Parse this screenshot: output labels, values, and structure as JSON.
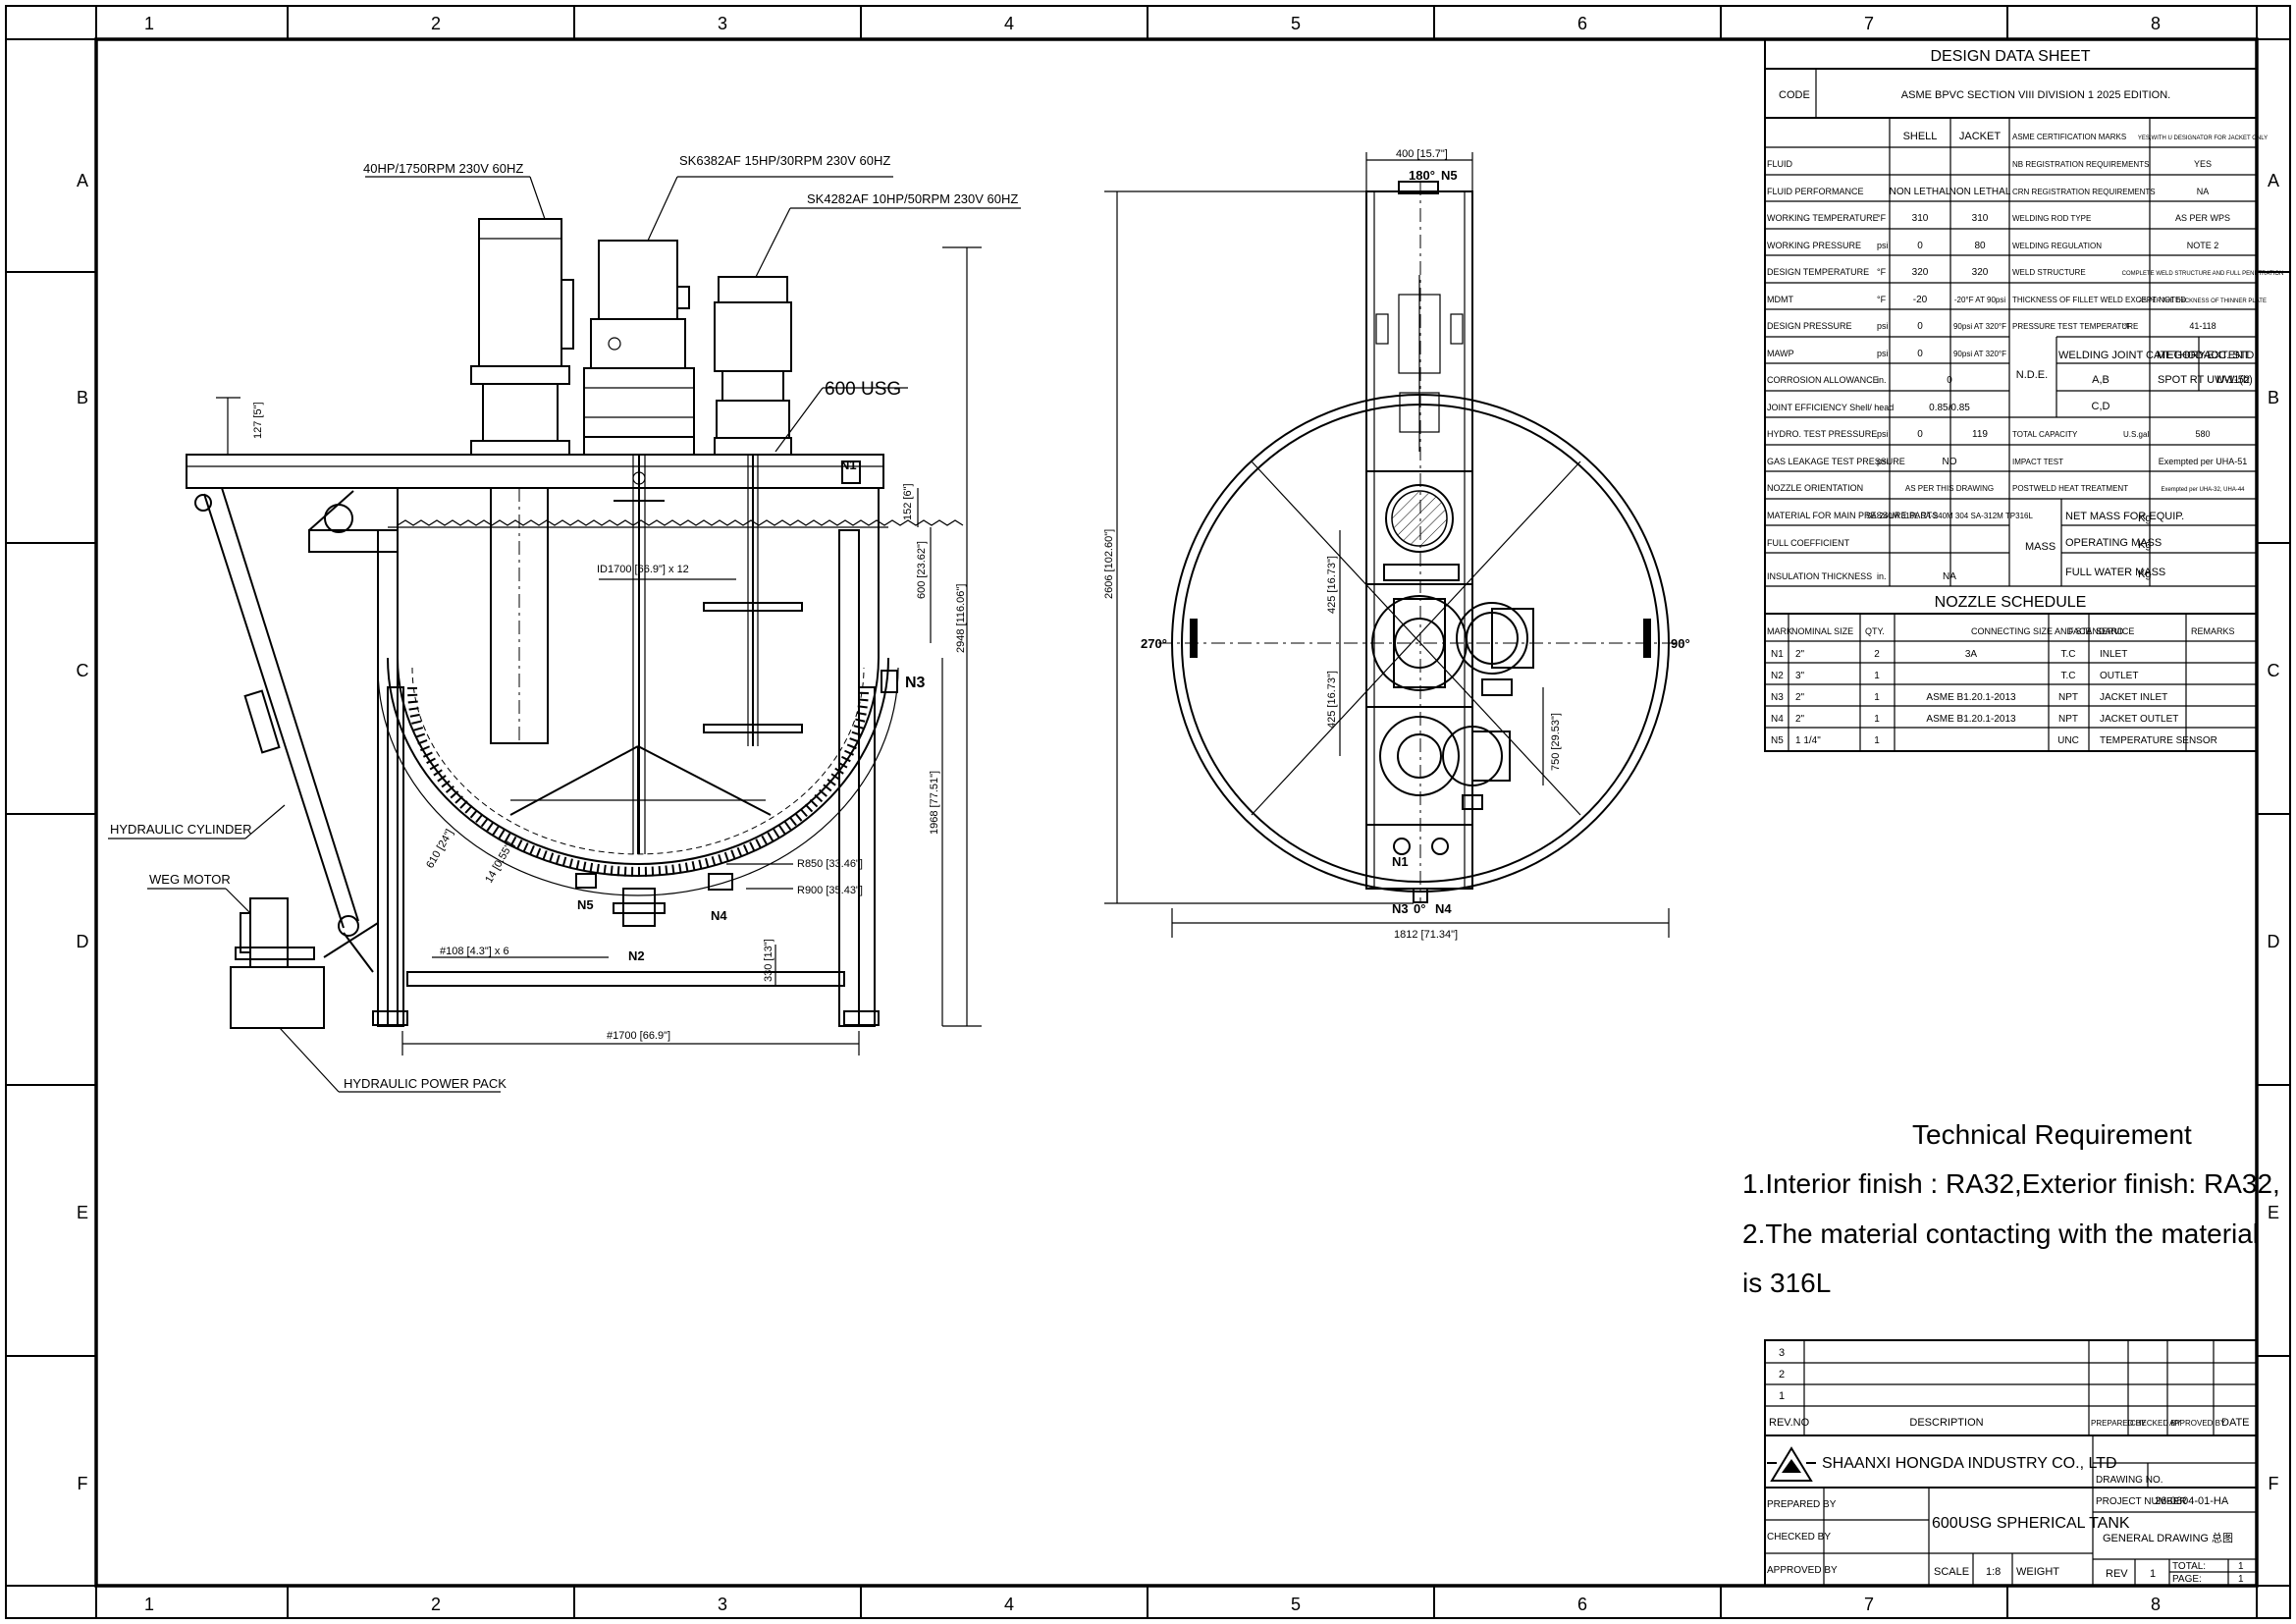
{
  "border": {
    "columns": [
      "1",
      "2",
      "3",
      "4",
      "5",
      "6",
      "7",
      "8"
    ],
    "rows": [
      "A",
      "B",
      "C",
      "D",
      "E",
      "F"
    ]
  },
  "front_view": {
    "motor1_label": "40HP/1750RPM 230V 60HZ",
    "motor2_label": "SK6382AF 15HP/30RPM 230V 60HZ",
    "motor3_label": "SK4282AF 10HP/50RPM 230V 60HZ",
    "capacity_label": "600 USG",
    "hydraulic_cylinder": "HYDRAULIC CYLINDER",
    "weg_motor": "WEG MOTOR",
    "hydraulic_power_pack": "HYDRAULIC POWER PACK",
    "n1": "N1",
    "n2": "N2",
    "n3": "N3",
    "n4": "N4",
    "n5": "N5",
    "dim_127": "127 [5\"]",
    "dim_152": "152 [6\"]",
    "dim_id1700": "ID1700 [66.9\"] x 12",
    "dim_600": "600 [23.62\"]",
    "dim_2948": "2948 [116.06\"]",
    "dim_1968": "1968 [77.51\"]",
    "dim_r850": "R850 [33.46\"]",
    "dim_r900": "R900 [35.43\"]",
    "dim_14": "14 [0.55\"]",
    "dim_610": "610 [24\"]",
    "dim_108": "#108 [4.3\"] x 6",
    "dim_330": "330 [13\"]",
    "dim_1700": "#1700 [66.9\"]"
  },
  "top_view": {
    "dim_400": "400 [15.7\"]",
    "angle_180": "180°",
    "n5": "N5",
    "angle_270": "270°",
    "angle_90": "90°",
    "angle_0": "0°",
    "dim_2606": "2606 [102.60\"]",
    "dim_425a": "425 [16.73\"]",
    "dim_425b": "425 [16.73\"]",
    "dim_750": "750 [29.53\"]",
    "dim_1812": "1812 [71.34\"]",
    "n1": "N1",
    "n3": "N3",
    "n4": "N4"
  },
  "design_data": {
    "title": "DESIGN DATA SHEET",
    "code_label": "CODE",
    "code_value": "ASME BPVC SECTION VIII DIVISION 1 2025 EDITION.",
    "col_shell": "SHELL",
    "col_jacket": "JACKET",
    "left_rows": [
      {
        "label": "FLUID",
        "unit": "",
        "shell": "",
        "jacket": ""
      },
      {
        "label": "FLUID PERFORMANCE",
        "unit": "",
        "shell": "NON LETHAL",
        "jacket": "NON LETHAL"
      },
      {
        "label": "WORKING TEMPERATURE",
        "unit": "°F",
        "shell": "310",
        "jacket": "310"
      },
      {
        "label": "WORKING PRESSURE",
        "unit": "psi",
        "shell": "0",
        "jacket": "80"
      },
      {
        "label": "DESIGN TEMPERATURE",
        "unit": "°F",
        "shell": "320",
        "jacket": "320"
      },
      {
        "label": "MDMT",
        "unit": "°F",
        "shell": "-20",
        "jacket": "-20°F AT 90psi"
      },
      {
        "label": "DESIGN PRESSURE",
        "unit": "psi",
        "shell": "0",
        "jacket": "90psi AT 320°F"
      },
      {
        "label": "MAWP",
        "unit": "psi",
        "shell": "0",
        "jacket": "90psi AT 320°F"
      },
      {
        "label": "CORROSION ALLOWANCE",
        "unit": "in.",
        "shell": "0",
        "jacket": ""
      },
      {
        "label": "JOINT EFFICIENCY Shell/ head",
        "unit": "",
        "shell": "0.85/0.85",
        "jacket": ""
      },
      {
        "label": "HYDRO. TEST PRESSURE",
        "unit": "psi",
        "shell": "0",
        "jacket": "119"
      },
      {
        "label": "GAS LEAKAGE TEST PRESSURE",
        "unit": "psi",
        "shell": "NO",
        "jacket": ""
      },
      {
        "label": "NOZZLE ORIENTATION",
        "unit": "",
        "shell": "AS PER THIS DRAWING",
        "jacket": ""
      },
      {
        "label": "MATERIAL FOR MAIN PRESSURE PARTS",
        "unit": "",
        "shell": "SA-240M 316L  SA-240M 304  SA-312M TP316L",
        "jacket": ""
      },
      {
        "label": "FULL COEFFICIENT",
        "unit": "",
        "shell": "",
        "jacket": ""
      },
      {
        "label": "INSULATION THICKNESS",
        "unit": "in.",
        "shell": "NA",
        "jacket": ""
      }
    ],
    "right_rows": [
      {
        "label": "ASME CERTIFICATION MARKS",
        "value": "YES,WITH U DESIGNATOR FOR JACKET ONLY"
      },
      {
        "label": "NB REGISTRATION REQUIREMENTS",
        "value": "YES"
      },
      {
        "label": "CRN REGISTRATION REQUIREMENTS",
        "value": "NA"
      },
      {
        "label": "WELDING ROD TYPE",
        "value": "AS PER WPS"
      },
      {
        "label": "WELDING REGULATION",
        "value": "NOTE 2"
      },
      {
        "label": "WELD STRUCTURE",
        "value": "COMPLETE WELD STRUCTURE AND FULL PENETRATION"
      },
      {
        "label": "THICKNESS OF FILLET WELD EXCEPT NOTED",
        "value": "AS PER THE THICKNESS OF THINNER PLATE"
      },
      {
        "label": "PRESSURE TEST TEMPERATURE",
        "unit": "°F",
        "value": "41-118"
      },
      {
        "label": "TOTAL CAPACITY",
        "unit": "U.S.gal",
        "value": "580"
      },
      {
        "label": "IMPACT TEST",
        "value": "Exempted per UHA-51"
      },
      {
        "label": "POSTWELD HEAT TREATMENT",
        "value": "Exempted per UHA-32, UHA-44"
      }
    ],
    "nde": {
      "label": "N.D.E.",
      "h1": "WELDING JOINT CATEGORY",
      "h2": "METHOD-EXTENT",
      "h3": "ACC. STD.",
      "r1a": "A,B",
      "r1b": "SPOT RT UW-11(b)",
      "r1c": "UW-52",
      "r2a": "C,D"
    },
    "mass": {
      "label": "MASS",
      "r1": "NET MASS FOR EQUIP.",
      "r2": "OPERATING MASS",
      "r3": "FULL WATER MASS",
      "unit": "Kg"
    }
  },
  "nozzle_schedule": {
    "title": "NOZZLE SCHEDULE",
    "headers": [
      "MARK",
      "NOMINAL SIZE",
      "QTY.",
      "CONNECTING SIZE AND STANDARD",
      "FACE",
      "SERVICE",
      "REMARKS"
    ],
    "rows": [
      [
        "N1",
        "2\"",
        "2",
        "3A",
        "T.C",
        "INLET",
        ""
      ],
      [
        "N2",
        "3\"",
        "1",
        "",
        "T.C",
        "OUTLET",
        ""
      ],
      [
        "N3",
        "2\"",
        "1",
        "ASME B1.20.1-2013",
        "NPT",
        "JACKET INLET",
        ""
      ],
      [
        "N4",
        "2\"",
        "1",
        "ASME B1.20.1-2013",
        "NPT",
        "JACKET OUTLET",
        ""
      ],
      [
        "N5",
        "1 1/4\"",
        "1",
        "",
        "UNC",
        "TEMPERATURE SENSOR",
        ""
      ]
    ]
  },
  "technical": {
    "title": "Technical Requirement",
    "line1": "1.Interior finish : RA32,Exterior finish: RA32,",
    "line2": "2.The material contacting with the material",
    "line3": "is 316L"
  },
  "title_block": {
    "rev_rows": [
      "3",
      "2",
      "1"
    ],
    "h_rev": "REV.NO",
    "h_desc": "DESCRIPTION",
    "h_prep": "PREPARED BY",
    "h_chk": "CHECKED BY",
    "h_appr": "APPROVED BY",
    "h_date": "DATE",
    "company": "SHAANXI HONGDA INDUSTRY CO., LTD",
    "drawing_no_label": "DRAWING NO.",
    "project_no_label": "PROJECT NUMBER",
    "project_no": "26-0804-01-HA",
    "prepared_by": "PREPARED BY",
    "checked_by": "CHECKED BY",
    "approved_by": "APPROVED BY",
    "title": "600USG SPHERICAL TANK",
    "general": "GENERAL DRAWING 总图",
    "scale_label": "SCALE",
    "scale": "1:8",
    "weight_label": "WEIGHT",
    "rev_label": "REV",
    "rev": "1",
    "total_label": "TOTAL:",
    "total": "1",
    "page_label": "PAGE:",
    "page": "1"
  }
}
